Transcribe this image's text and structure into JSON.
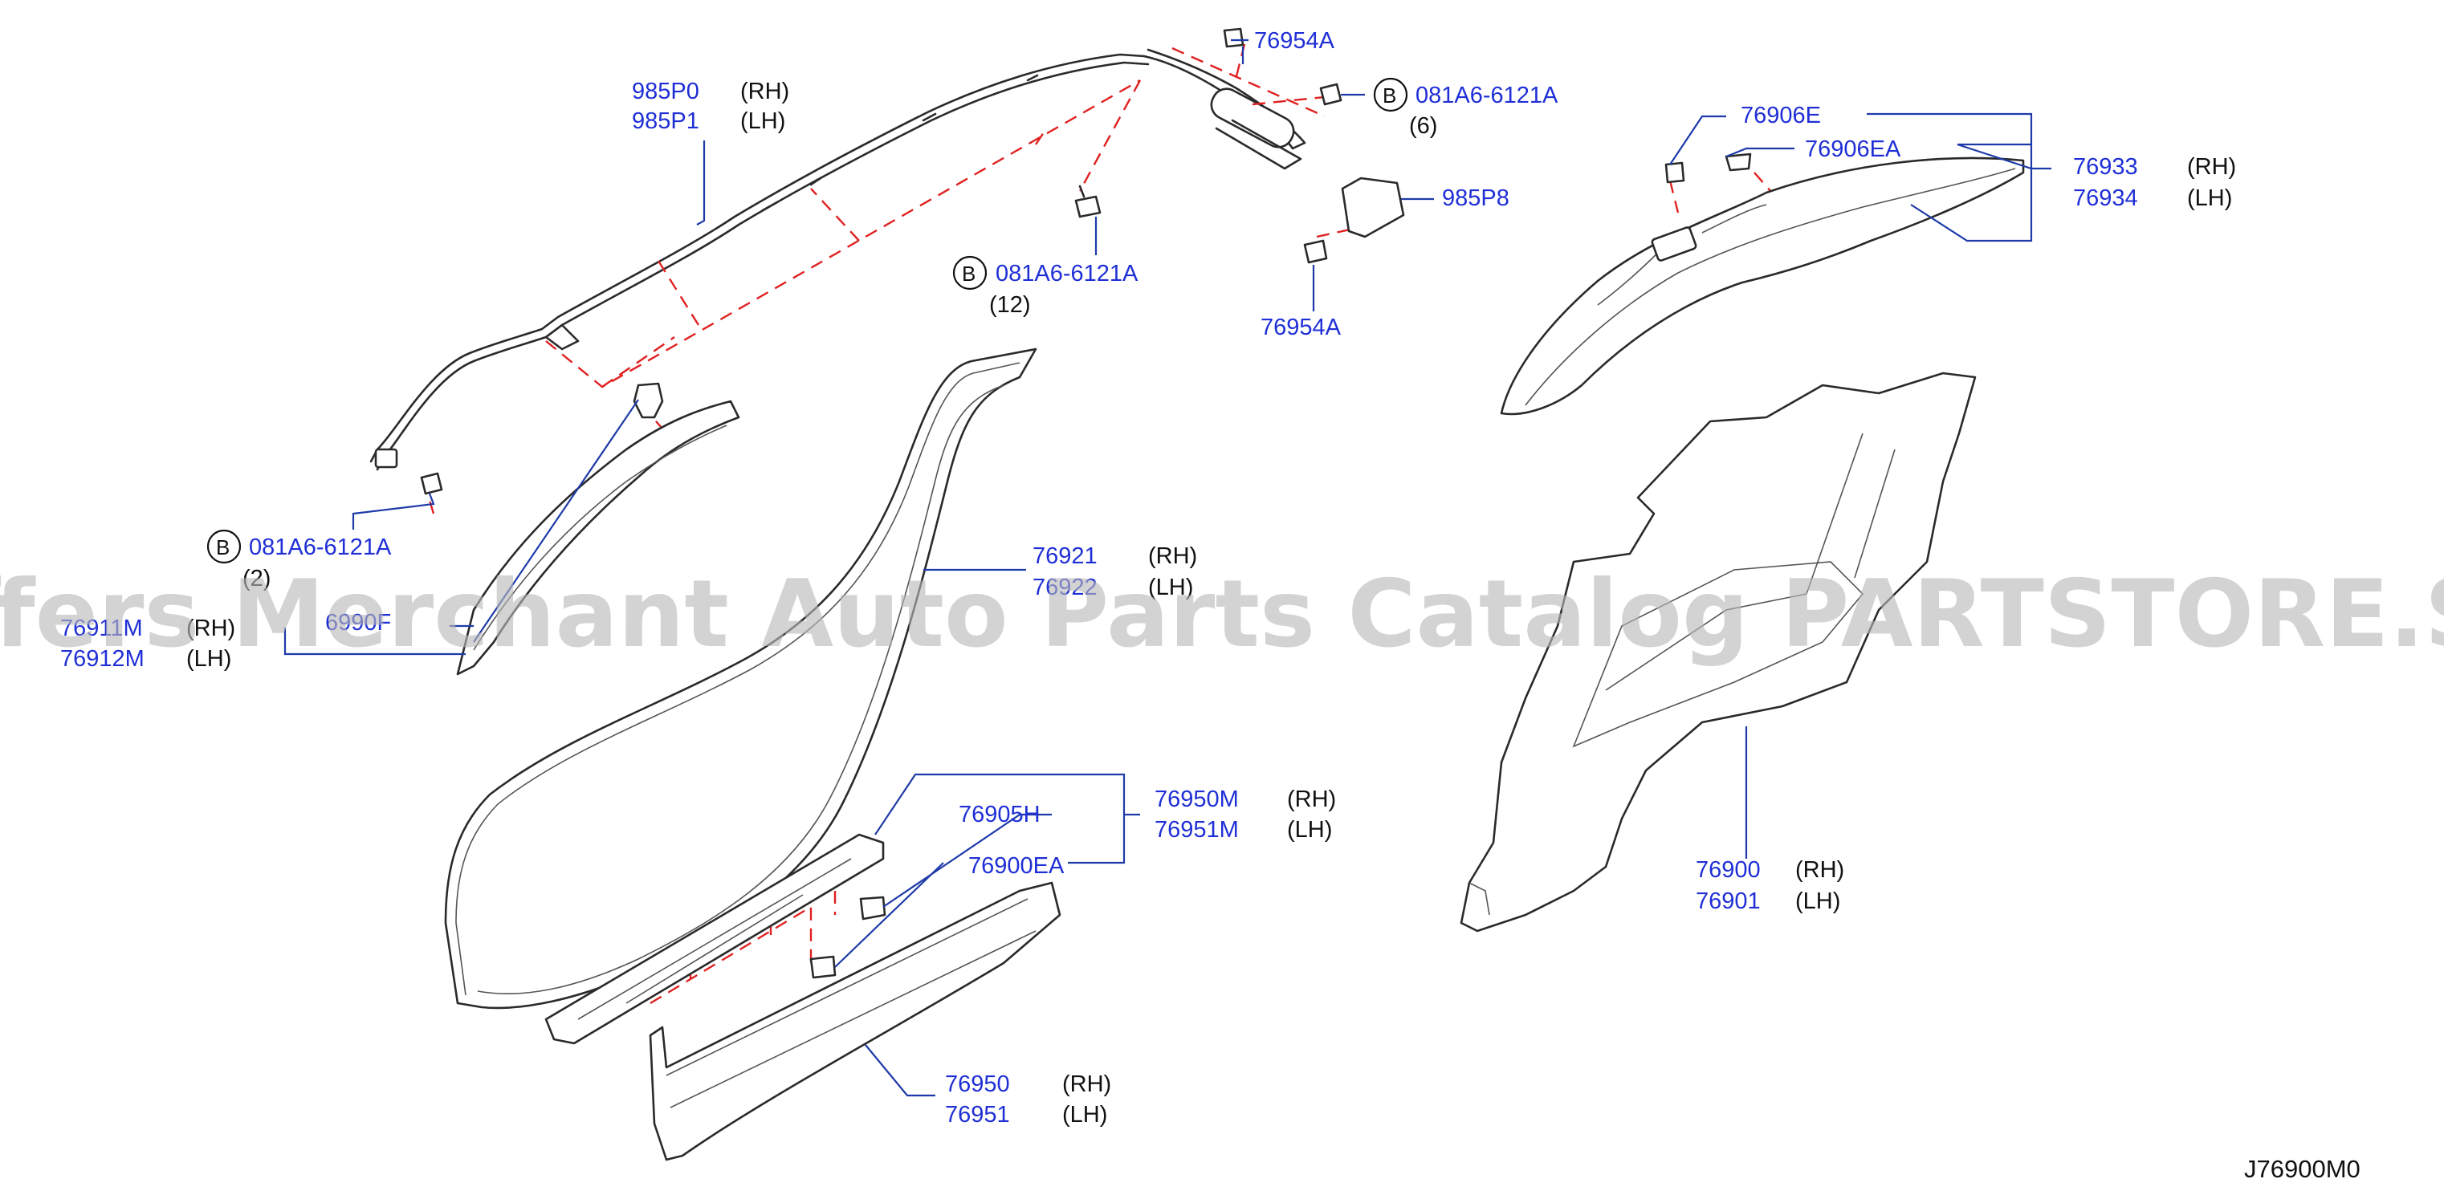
{
  "diagram_id": "J76900M0",
  "watermark": "Offers Merchant Auto Parts Catalog PARTSTORE.SA",
  "callouts": {
    "a985P0": "985P0",
    "a985P0_side": "(RH)",
    "a985P1": "985P1",
    "a985P1_side": "(LH)",
    "a76954A_top": "76954A",
    "b_top_letter": "B",
    "b_top_code": "081A6-6121A",
    "b_top_qty": "(6)",
    "a985P8": "985P8",
    "b_mid_letter": "B",
    "b_mid_code": "081A6-6121A",
    "b_mid_qty": "(12)",
    "a76954A_bot": "76954A",
    "b_left_letter": "B",
    "b_left_code": "081A6-6121A",
    "b_left_qty": "(2)",
    "a76911": "76911M",
    "a76911_side": "(RH)",
    "a76912": "76912M",
    "a76912_side": "(LH)",
    "a6990F": "6990F",
    "a76921": "76921",
    "a76921_side": "(RH)",
    "a76922": "76922",
    "a76922_side": "(LH)",
    "a76905H": "76905H",
    "a76950M": "76950M",
    "a76950M_side": "(RH)",
    "a76951M": "76951M",
    "a76951M_side": "(LH)",
    "a76900EA": "76900EA",
    "a76950": "76950",
    "a76950_side": "(RH)",
    "a76951": "76951",
    "a76951_side": "(LH)",
    "a76906E": "76906E",
    "a76906EA": "76906EA",
    "a76933": "76933",
    "a76933_side": "(RH)",
    "a76934": "76934",
    "a76934_side": "(LH)",
    "a76900": "76900",
    "a76900_side": "(RH)",
    "a76901": "76901",
    "a76901_side": "(LH)"
  },
  "colors": {
    "part_number": "#1f2fd6",
    "side_text": "#111111",
    "leader": "#1e3aa8",
    "phantom": "#e02020"
  }
}
